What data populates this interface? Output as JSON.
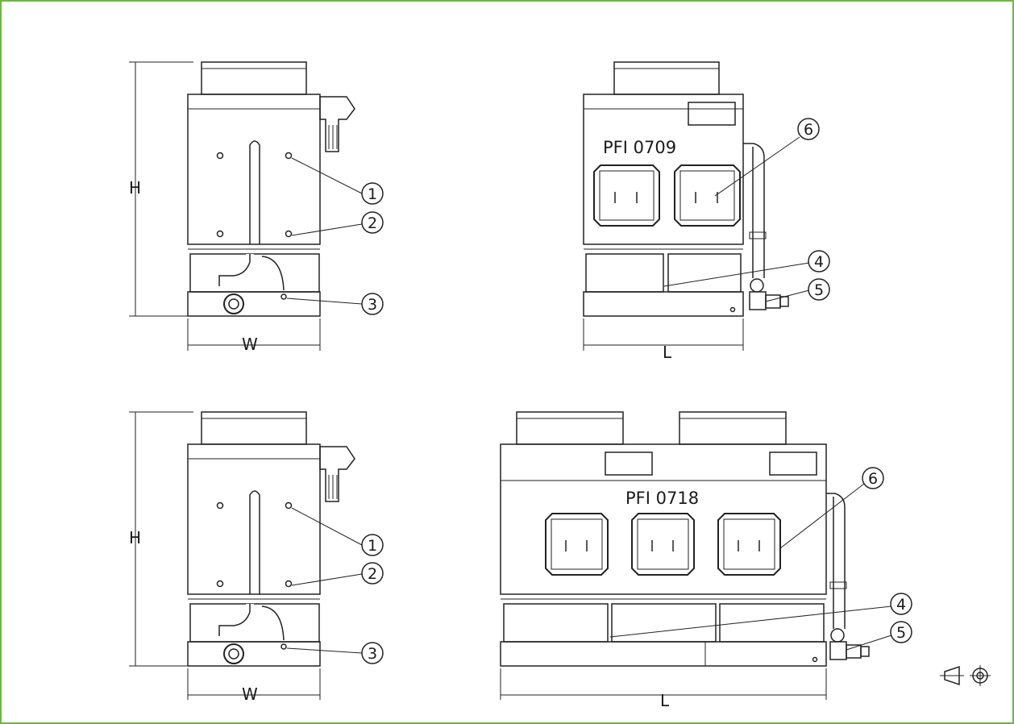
{
  "colors": {
    "border": "#6fb544",
    "line": "#222222",
    "body_fill": "#ffffff"
  },
  "views": {
    "top_left": {
      "height_label": "H",
      "width_label": "W"
    },
    "top_right": {
      "model": "PFI 0709",
      "length_label": "L"
    },
    "bottom_left": {
      "height_label": "H",
      "width_label": "W"
    },
    "bottom_right": {
      "model": "PFI 0718",
      "length_label": "L"
    }
  },
  "callouts": {
    "c1": "1",
    "c2": "2",
    "c3": "3",
    "c4": "4",
    "c5": "5",
    "c6": "6"
  },
  "projection_symbol": "third-angle-projection-icon"
}
